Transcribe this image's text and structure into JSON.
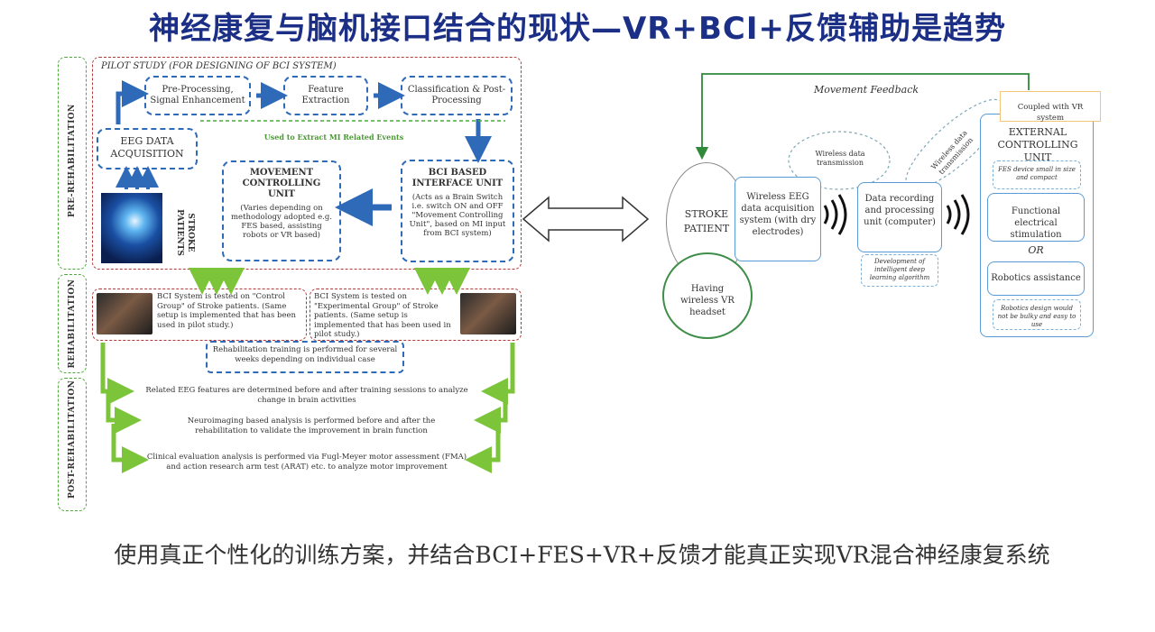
{
  "title": "神经康复与脑机接口结合的现状—VR+BCI+反馈辅助是趋势",
  "caption": "使用真正个性化的训练方案，并结合BCI+FES+VR+反馈才能真正实现VR混合神经康复系统",
  "left_diagram": {
    "phases": [
      "PRE-REHABILITATION",
      "REHABILITATION",
      "POST-REHABILITATION"
    ],
    "pilot_label": "PILOT STUDY (FOR DESIGNING OF BCI SYSTEM)",
    "preprocessing": "Pre-Processing, Signal Enhancement",
    "feature": "Feature Extraction",
    "classification": "Classification & Post-Processing",
    "mi_note": "Used to Extract MI Related Events",
    "eeg": "EEG DATA ACQUISITION",
    "stroke_patients": "STROKE PATIENTS",
    "movement_title": "MOVEMENT CONTROLLING UNIT",
    "movement_body": "(Varies depending on methodology adopted e.g. FES based, assisting robots or VR based)",
    "bci_title": "BCI BASED INTERFACE UNIT",
    "bci_body": "(Acts as a Brain Switch i.e. switch ON and OFF \"Movement Controlling Unit\", based on MI input from BCI system)",
    "control_text": "BCI System is tested on \"Control Group\" of Stroke patients. (Same setup is implemented that has been used in pilot study.)",
    "experimental_text": "BCI System is tested on \"Experimental Group\" of Stroke patients. (Same setup is implemented that has been used in pilot study.)",
    "training_text": "Rehabilitation training is performed for several weeks depending on individual case",
    "post1": "Related EEG features are determined before and after training sessions to analyze change in brain activities",
    "post2": "Neuroimaging based analysis is performed before and after the rehabilitation to validate the improvement in brain function",
    "post3": "Clinical evaluation analysis is performed via Fugl-Meyer motor assessment (FMA) and action research arm test (ARAT) etc. to analyze motor improvement"
  },
  "right_diagram": {
    "movement_feedback": "Movement Feedback",
    "stroke_patient": "STROKE PATIENT",
    "vr_headset": "Having wireless VR headset",
    "wireless_eeg": "Wireless EEG data acquisition system (with dry electrodes)",
    "wireless_data": "Wireless data transmission",
    "wireless_data_2": "Wireless data transmission",
    "data_recording": "Data recording and processing unit (computer)",
    "dev_note": "Development of intelligent deep learning algorithm",
    "coupled_vr": "Coupled with VR system",
    "external_title": "EXTERNAL CONTROLLING UNIT",
    "fes_note": "FES device small in size and compact",
    "fes": "Functional electrical stimulation",
    "or": "OR",
    "robotics": "Robotics assistance",
    "robotics_note": "Robotics design would not be bulky and easy to use"
  }
}
